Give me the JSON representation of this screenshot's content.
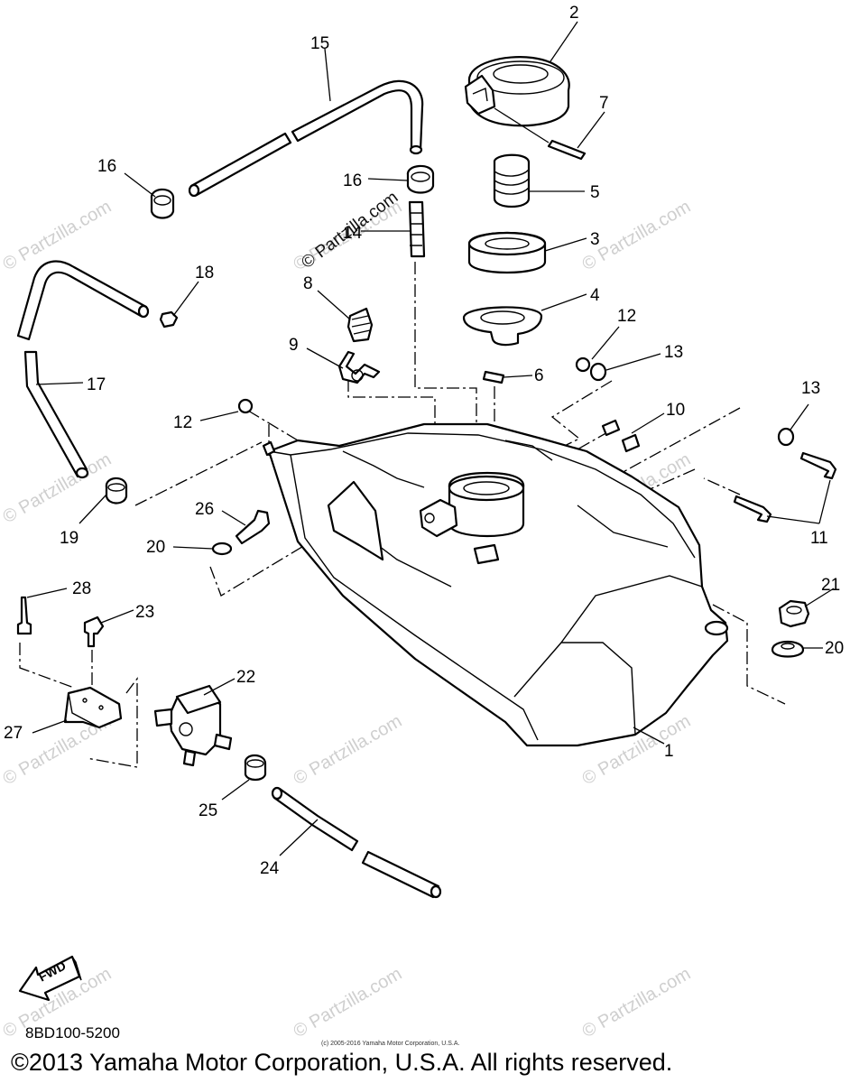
{
  "callouts": [
    {
      "id": "c1",
      "label": "1"
    },
    {
      "id": "c2",
      "label": "2"
    },
    {
      "id": "c3",
      "label": "3"
    },
    {
      "id": "c4",
      "label": "4"
    },
    {
      "id": "c5",
      "label": "5"
    },
    {
      "id": "c6",
      "label": "6"
    },
    {
      "id": "c7",
      "label": "7"
    },
    {
      "id": "c8",
      "label": "8"
    },
    {
      "id": "c9",
      "label": "9"
    },
    {
      "id": "c10",
      "label": "10"
    },
    {
      "id": "c11",
      "label": "11"
    },
    {
      "id": "c12a",
      "label": "12"
    },
    {
      "id": "c12b",
      "label": "12"
    },
    {
      "id": "c13a",
      "label": "13"
    },
    {
      "id": "c13b",
      "label": "13"
    },
    {
      "id": "c14",
      "label": "14"
    },
    {
      "id": "c15",
      "label": "15"
    },
    {
      "id": "c16a",
      "label": "16"
    },
    {
      "id": "c16b",
      "label": "16"
    },
    {
      "id": "c17",
      "label": "17"
    },
    {
      "id": "c18",
      "label": "18"
    },
    {
      "id": "c19",
      "label": "19"
    },
    {
      "id": "c20a",
      "label": "20"
    },
    {
      "id": "c20b",
      "label": "20"
    },
    {
      "id": "c21",
      "label": "21"
    },
    {
      "id": "c22",
      "label": "22"
    },
    {
      "id": "c23",
      "label": "23"
    },
    {
      "id": "c24",
      "label": "24"
    },
    {
      "id": "c25",
      "label": "25"
    },
    {
      "id": "c26",
      "label": "26"
    },
    {
      "id": "c27",
      "label": "27"
    },
    {
      "id": "c28",
      "label": "28"
    }
  ],
  "watermark": "© Partzilla.com",
  "direction_label": "FWD",
  "diagram_code": "8BD100-5200",
  "small_copyright": "(c) 2005-2016 Yamaha Motor Corporation, U.S.A.",
  "copyright": "©2013 Yamaha Motor Corporation, U.S.A. All rights reserved.",
  "colors": {
    "line": "#000000",
    "watermark": "#cfcfcf",
    "background": "#ffffff"
  }
}
